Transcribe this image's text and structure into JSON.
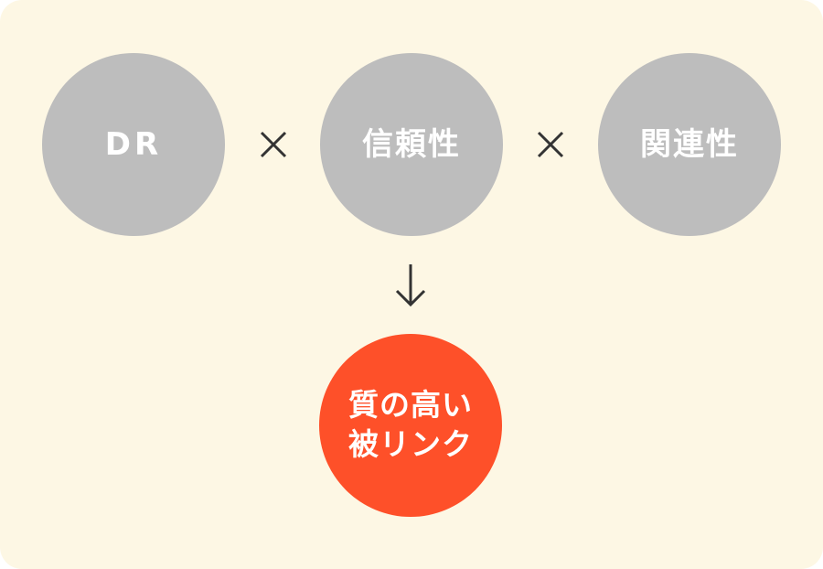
{
  "colors": {
    "background": "#fdf7e4",
    "factor_circle": "#bdbdbd",
    "result_circle": "#fe5029",
    "operator": "#333333",
    "text": "#ffffff"
  },
  "factors": [
    {
      "label": "DR"
    },
    {
      "label": "信頼性"
    },
    {
      "label": "関連性"
    }
  ],
  "operators": [
    "×",
    "×"
  ],
  "result": {
    "line1": "質の高い",
    "line2": "被リンク"
  }
}
